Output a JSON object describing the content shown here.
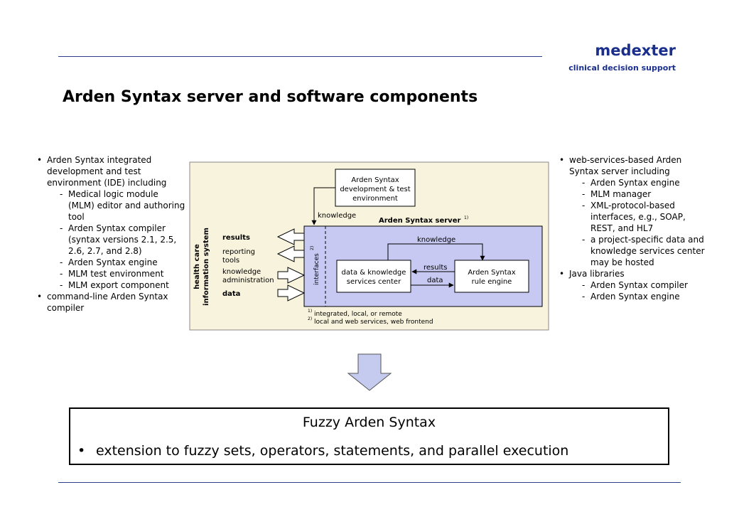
{
  "brand": {
    "name": "medexter",
    "tagline": "clinical decision support"
  },
  "page": {
    "title": "Arden Syntax server and software components"
  },
  "left_list": [
    {
      "text": "Arden Syntax integrated development and test environment (IDE) including",
      "subitems": [
        "Medical logic module (MLM) editor and authoring tool",
        "Arden Syntax compiler (syntax versions 2.1, 2.5, 2.6, 2.7, and 2.8)",
        "Arden Syntax engine",
        "MLM test environment",
        "MLM export component"
      ]
    },
    {
      "text": "command-line Arden Syntax compiler",
      "subitems": []
    }
  ],
  "right_list": [
    {
      "text": "web-services-based Arden Syntax server including",
      "subitems": [
        "Arden Syntax engine",
        "MLM manager",
        "XML-protocol-based interfaces, e.g., SOAP, REST, and HL7",
        "a project-specific data and knowledge services center may be hosted"
      ]
    },
    {
      "text": "Java libraries",
      "subitems": [
        "Arden Syntax compiler",
        "Arden Syntax engine"
      ]
    }
  ],
  "diagram": {
    "ide_box_line1": "Arden Syntax",
    "ide_box_line2": "development & test",
    "ide_box_line3": "environment",
    "knowledge_outer": "knowledge",
    "server_label": "Arden Syntax server",
    "server_sup": "1)",
    "his_line1": "health care",
    "his_line2": "information system",
    "row_results": "results",
    "row_reporting1": "reporting",
    "row_reporting2": "tools",
    "row_knowledge1": "knowledge",
    "row_knowledge2": "administration",
    "row_data": "data",
    "interfaces": "interfaces",
    "interfaces_sup": "2)",
    "knowledge_inner": "knowledge",
    "dk_line1": "data & knowledge",
    "dk_line2": "services center",
    "engine_line1": "Arden Syntax",
    "engine_line2": "rule engine",
    "results_arrow": "results",
    "data_arrow": "data",
    "fn1_mark": "1)",
    "fn1": "integrated, local, or remote",
    "fn2_mark": "2)",
    "fn2": "local and web services, web frontend"
  },
  "fuzzy": {
    "title": "Fuzzy Arden Syntax",
    "item": "extension to fuzzy sets, operators, statements, and parallel execution"
  },
  "colors": {
    "brand": "#1a2f8c",
    "diagram_bg": "#f8f3dc",
    "server_bg": "#c7c9f2",
    "arrow_fill": "#c5cbef"
  }
}
